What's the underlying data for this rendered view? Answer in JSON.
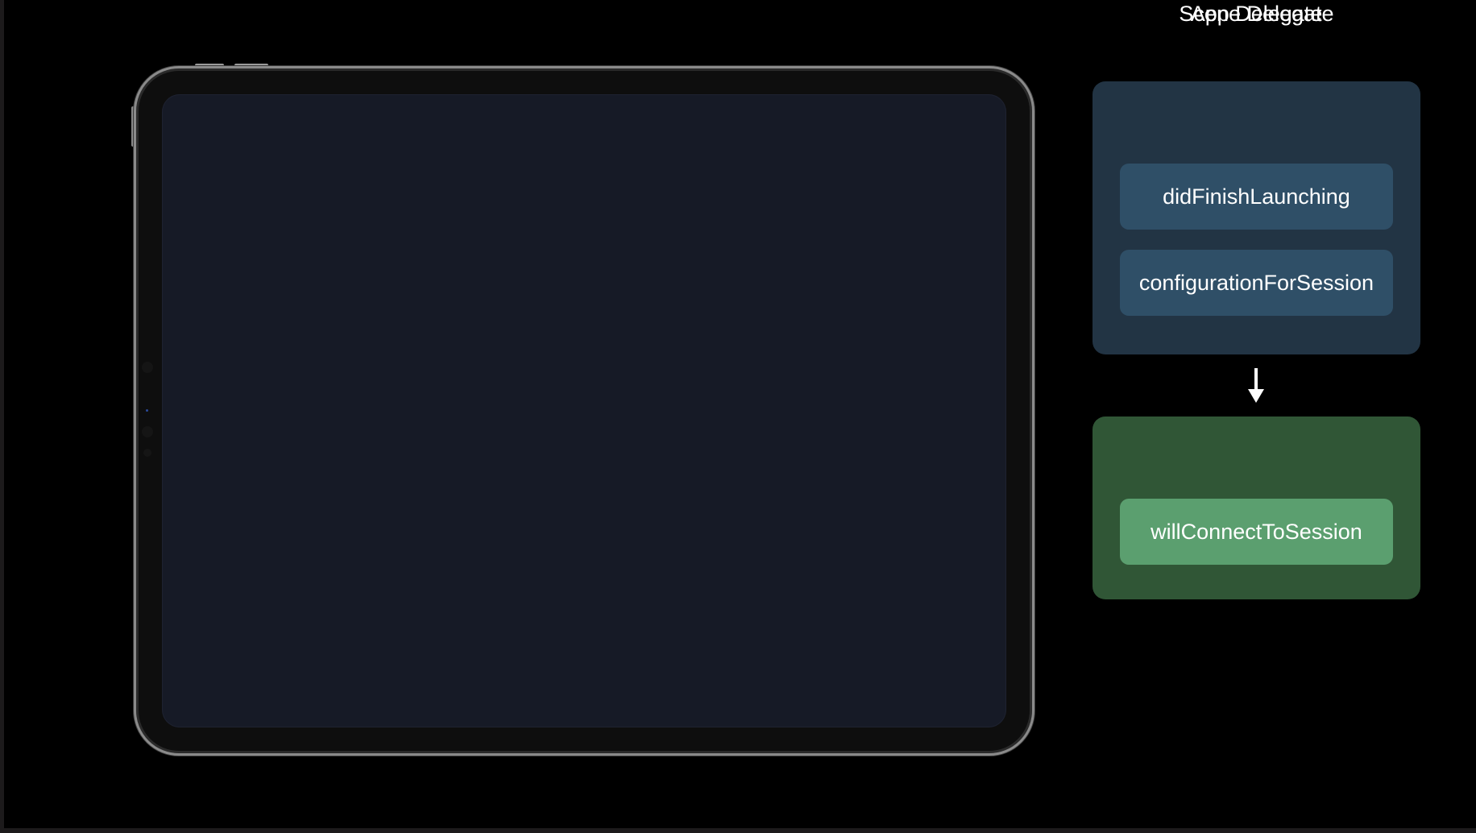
{
  "app_delegate": {
    "title": "App Delegate",
    "color": "#223444",
    "methods": [
      {
        "label": "didFinishLaunching",
        "color": "#2f4f67"
      },
      {
        "label": "configurationForSession",
        "color": "#2f4f67"
      }
    ]
  },
  "scene_delegate": {
    "title": "Scene Delegate",
    "color": "#305636",
    "methods": [
      {
        "label": "willConnectToSession",
        "color": "#5b9f6f"
      }
    ]
  },
  "flow_arrow": {
    "icon": "arrow-down-icon",
    "from": "App Delegate",
    "to": "Scene Delegate"
  },
  "device": {
    "icon": "ipad-icon",
    "screen_color": "#161a26"
  }
}
